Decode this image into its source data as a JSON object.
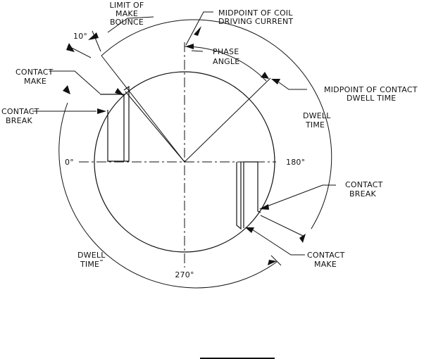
{
  "labels": {
    "limit_make_bounce": [
      "LIMIT OF",
      "MAKE",
      "BOUNCE"
    ],
    "ten_degrees": "10°",
    "midpoint_coil": [
      "MIDPOINT OF COIL",
      "DRIVING CURRENT"
    ],
    "phase_angle": [
      "PHASE",
      "ANGLE"
    ],
    "midpoint_contact": [
      "MIDPOINT OF CONTACT",
      "DWELL TIME"
    ],
    "contact_make_left": [
      "CONTACT",
      "MAKE"
    ],
    "contact_break_left": [
      "CONTACT",
      "BREAK"
    ],
    "dwell_time_right": [
      "DWELL",
      "TIME"
    ],
    "zero_deg": "0°",
    "one_eighty_deg": "180°",
    "contact_break_right": [
      "CONTACT",
      "BREAK"
    ],
    "dwell_time_left": [
      "DWELL",
      "TIME"
    ],
    "contact_make_right": [
      "CONTACT",
      "MAKE"
    ],
    "two_seventy_deg": "270°"
  }
}
